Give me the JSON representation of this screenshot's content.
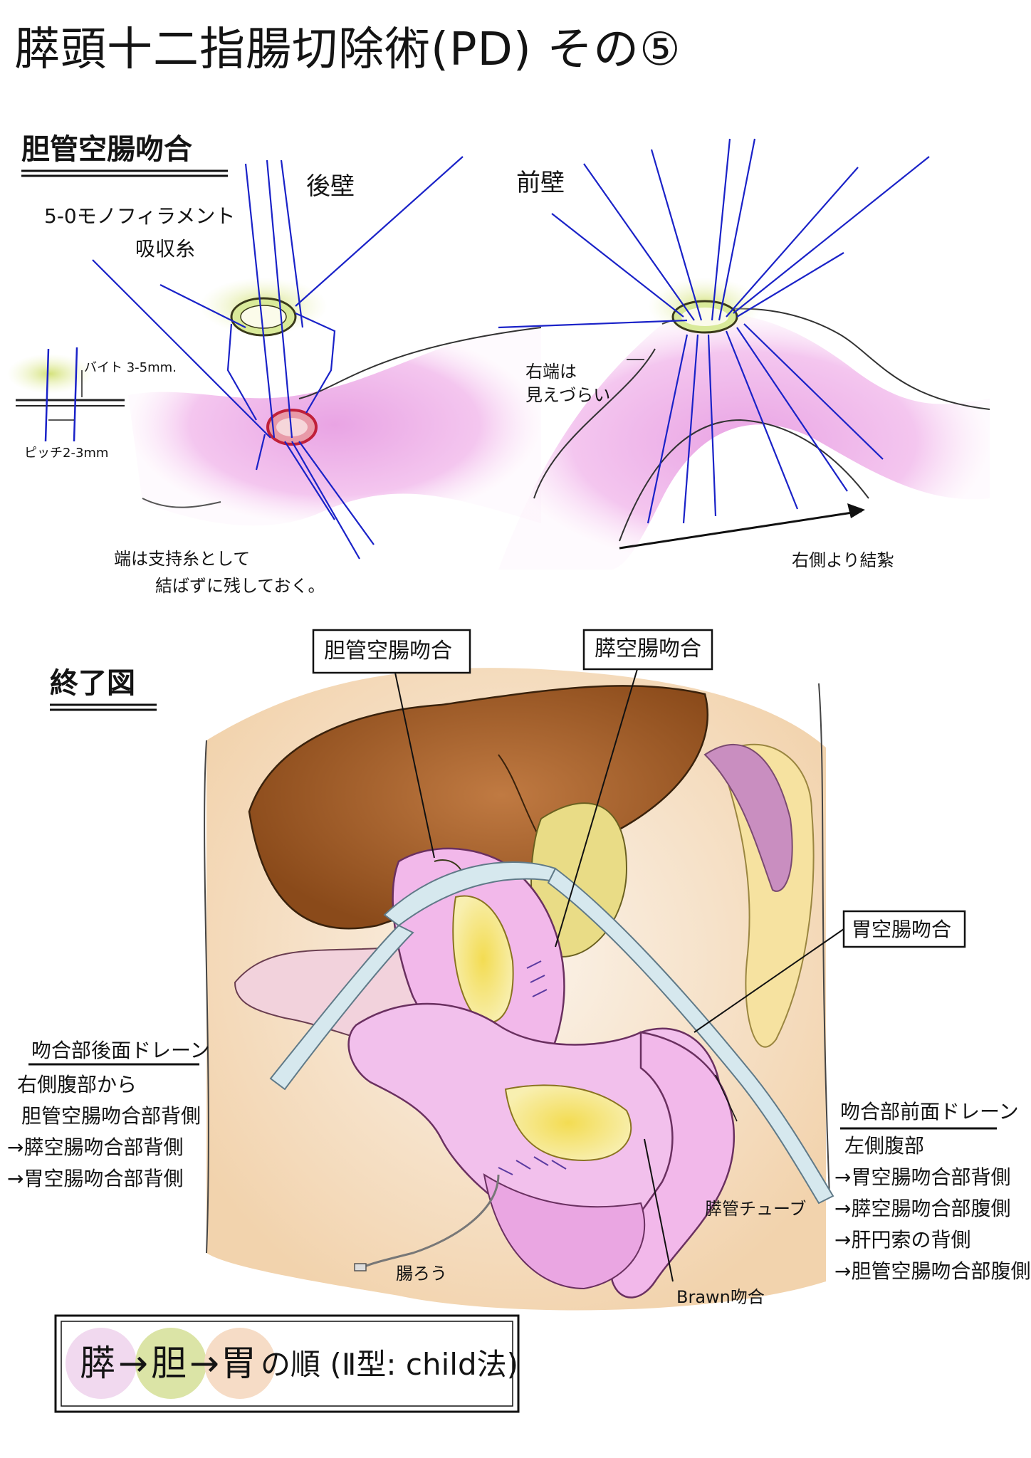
{
  "title": "膵頭十二指腸切除術(PD) その⑤",
  "section1": {
    "heading": "胆管空腸吻合",
    "suture_line1": "5-0モノフィラメント",
    "suture_line2": "吸収糸",
    "posterior_wall": "後壁",
    "anterior_wall": "前壁",
    "bite": "バイト 3-5mm.",
    "pitch": "ピッチ2-3mm",
    "ends_note_line1": "端は支持糸として",
    "ends_note_line2": "結ばずに残しておく。",
    "right_end_line1": "右端は",
    "right_end_line2": "見えづらい",
    "tie_order": "右側より結紮"
  },
  "section2": {
    "heading": "終了図",
    "callout_bile": "胆管空腸吻合",
    "callout_panc": "膵空腸吻合",
    "callout_gastric": "胃空腸吻合",
    "drain_left": {
      "title": "吻合部後面ドレーン",
      "l1": "右側腹部から",
      "l2": "胆管空腸吻合部背側",
      "l3": "→膵空腸吻合部背側",
      "l4": "→胃空腸吻合部背側"
    },
    "drain_right": {
      "title": "吻合部前面ドレーン",
      "l1": "左側腹部",
      "l2": "→胃空腸吻合部背側",
      "l3": "→膵空腸吻合部腹側",
      "l4": "→肝円索の背側",
      "l5": "→胆管空腸吻合部腹側"
    },
    "panc_tube": "膵管チューブ",
    "enterostomy": "腸ろう",
    "braun": "Brawn吻合"
  },
  "bottom": {
    "p1": "膵",
    "arrow1": "→",
    "p2": "胆",
    "arrow2": "→",
    "p3": "胃",
    "rest": "の順 (Ⅱ型: child法)"
  },
  "colors": {
    "suture_blue": "#1a22c8",
    "jejunum_pink": "#f2b8ea",
    "liver_brown": "#9a5420",
    "fat_yellow": "#eed870",
    "drain_tube": "#cfe0e6",
    "skin": "#f6e0c4",
    "dot_pancreas": "#f1d9ef",
    "dot_bile": "#dbe4a6",
    "dot_stomach": "#f6dcc6"
  }
}
